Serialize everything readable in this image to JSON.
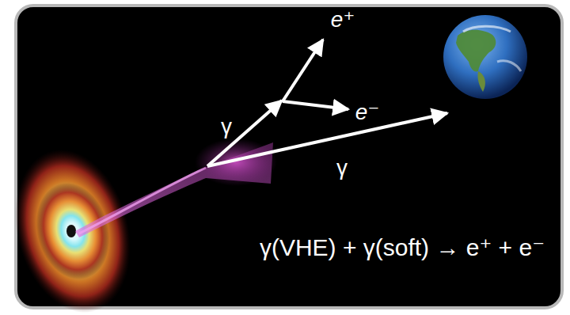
{
  "diagram": {
    "labels": [
      "e⁺",
      "e⁻",
      "γ",
      "γ",
      "γ(VHE) + γ(soft) → e⁺ + e⁻"
    ]
  }
}
